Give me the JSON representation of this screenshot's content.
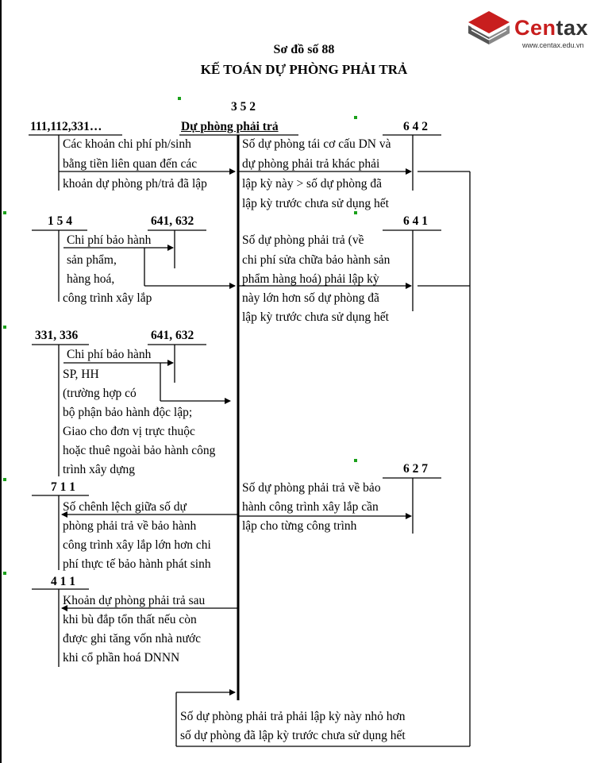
{
  "header": {
    "subtitle": "Sơ đồ số 88",
    "title": "KẾ TOÁN DỰ PHÒNG PHẢI TRẢ"
  },
  "logo": {
    "name": "Centax",
    "word_red": "Cen",
    "word_tail": "tax",
    "url": "www.centax.edu.vn",
    "color": "#c81e1e"
  },
  "center_account": {
    "code": "3 5 2",
    "name": "Dự phòng phải trả"
  },
  "accounts": {
    "a111": "111,112,331…",
    "a642": "6 4 2",
    "a154": "1 5 4",
    "a641_632_first": "641, 632",
    "a641": "6 4 1",
    "a331_336": "331, 336",
    "a641_632_second": "641, 632",
    "a627": "6 2 7",
    "a711": "7 1 1",
    "a411": "4 1 1"
  },
  "notes": {
    "n1": [
      "Các khoản chi phí ph/sinh",
      "bằng tiền liên quan đến các",
      "khoản dự phòng ph/trả đã lập"
    ],
    "n2": [
      "Số dự phòng tái cơ cấu DN và",
      "dự phòng phải trả khác phải",
      "lập kỳ này > số dự phòng đã",
      "lập kỳ trước chưa sử dụng hết"
    ],
    "n3": [
      "Chi phí bảo hành",
      "sản phẩm,",
      "hàng hoá,",
      "công trình xây lắp"
    ],
    "n4": [
      "Số dự phòng phải trả (về",
      "chi phí sửa chữa bảo hành sản",
      "phẩm hàng hoá) phải lập kỳ",
      "này lớn hơn số dự phòng đã",
      "lập kỳ trước chưa sử dụng hết"
    ],
    "n5": [
      "Chi phí bảo hành",
      "SP, HH",
      "(trường hợp có",
      "bộ phận bảo hành độc lập;",
      "Giao cho đơn vị trực thuộc",
      "hoặc thuê ngoài bảo hành công",
      "trình xây dựng"
    ],
    "n6": [
      "Số dự phòng phải trả về bảo",
      "hành công trình xây lắp cần",
      "lập cho từng công trình"
    ],
    "n7": [
      "Số chênh lệch giữa số dự",
      "phòng phải trả về bảo hành",
      "công trình xây lắp lớn hơn chi",
      "phí thực tế bảo hành phát sinh"
    ],
    "n8": [
      "Khoản dự phòng phải trả sau",
      "khi bù đắp tổn thất nếu còn",
      "được ghi tăng vốn nhà nước",
      "khi cổ phần hoá DNNN"
    ],
    "n9": [
      "Số dự phòng phải trả phải lập kỳ này nhỏ hơn",
      "số dự phòng đã lập kỳ trước chưa sử dụng hết"
    ]
  }
}
